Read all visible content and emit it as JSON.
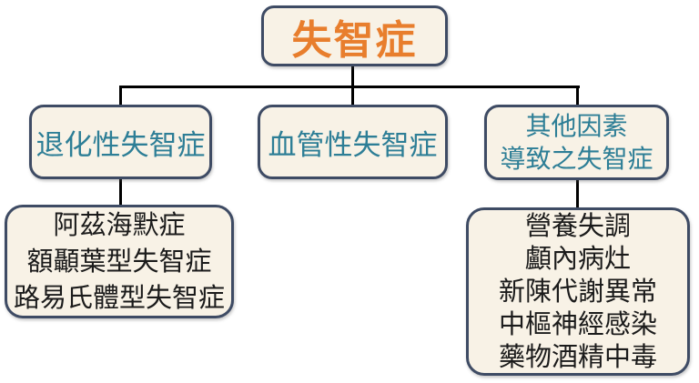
{
  "colors": {
    "background": "#ffffff",
    "box_fill": "#f8f2e6",
    "box_border": "#3e4b64",
    "root_text": "#e87e2d",
    "category_text": "#2d7e96",
    "leaf_text": "#1b1b1b",
    "connector": "#000000"
  },
  "diagram": {
    "root": {
      "label": "失智症"
    },
    "categories": [
      {
        "label": "退化性失智症"
      },
      {
        "label": "血管性失智症"
      },
      {
        "label_lines": [
          "其他因素",
          "導致之失智症"
        ]
      }
    ],
    "subtypes_degenerative": [
      "阿茲海默症",
      "額顳葉型失智症",
      "路易氏體型失智症"
    ],
    "subtypes_other": [
      "營養失調",
      "顱內病灶",
      "新陳代謝異常",
      "中樞神經感染",
      "藥物酒精中毒"
    ]
  }
}
